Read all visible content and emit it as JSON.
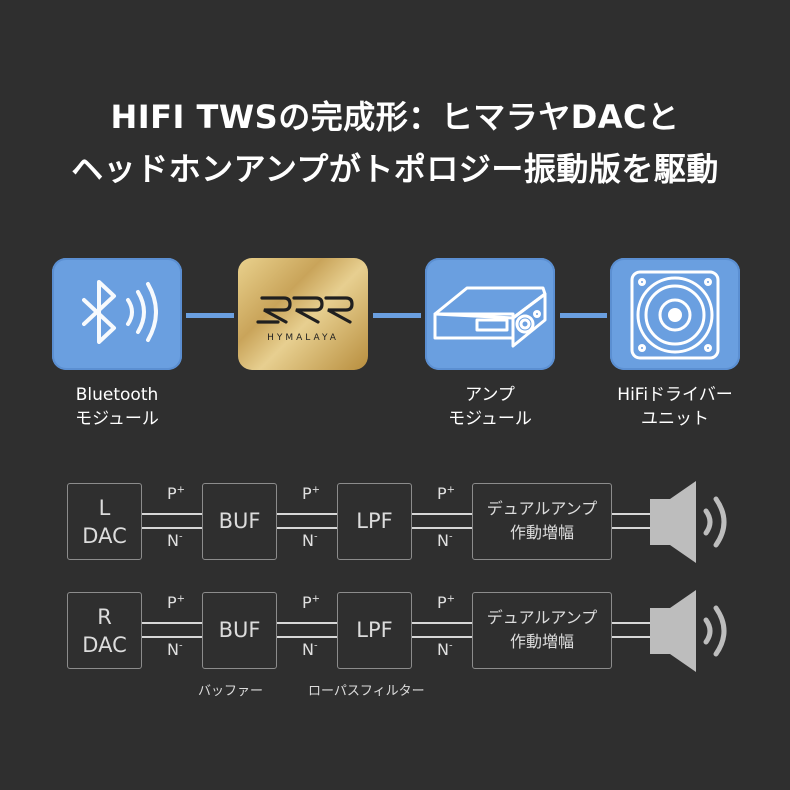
{
  "title": {
    "line1": "HIFI TWSの完成形：ヒマラヤDACと",
    "line2": "ヘッドホンアンプがトポロジー振動版を駆動"
  },
  "colors": {
    "background": "#2f2f2f",
    "tile_blue": "#6a9fe0",
    "gold": "#d4b06a"
  },
  "chain": {
    "bluetooth_label": [
      "Bluetooth",
      "モジュール"
    ],
    "dac_logo_text": "HYMALAYA",
    "amp_label": [
      "アンプ",
      "モジュール"
    ],
    "speaker_label": [
      "HiFiドライバー",
      "ユニット"
    ],
    "icons": [
      "bluetooth-icon",
      "dac-chip-logo",
      "amplifier-icon",
      "speaker-driver-icon"
    ]
  },
  "channels": [
    {
      "dac_line1": "L",
      "dac_line2": "DAC"
    },
    {
      "dac_line1": "R",
      "dac_line2": "DAC"
    }
  ],
  "blocks": {
    "buf": "BUF",
    "lpf": "LPF",
    "amp_line1": "デュアルアンプ",
    "amp_line2": "作動増幅"
  },
  "signals": {
    "p": "P",
    "p_sup": "+",
    "n": "N",
    "n_sup": "-"
  },
  "bottom_labels": {
    "buffer": "バッファー",
    "lowpass": "ローパスフィルター"
  }
}
